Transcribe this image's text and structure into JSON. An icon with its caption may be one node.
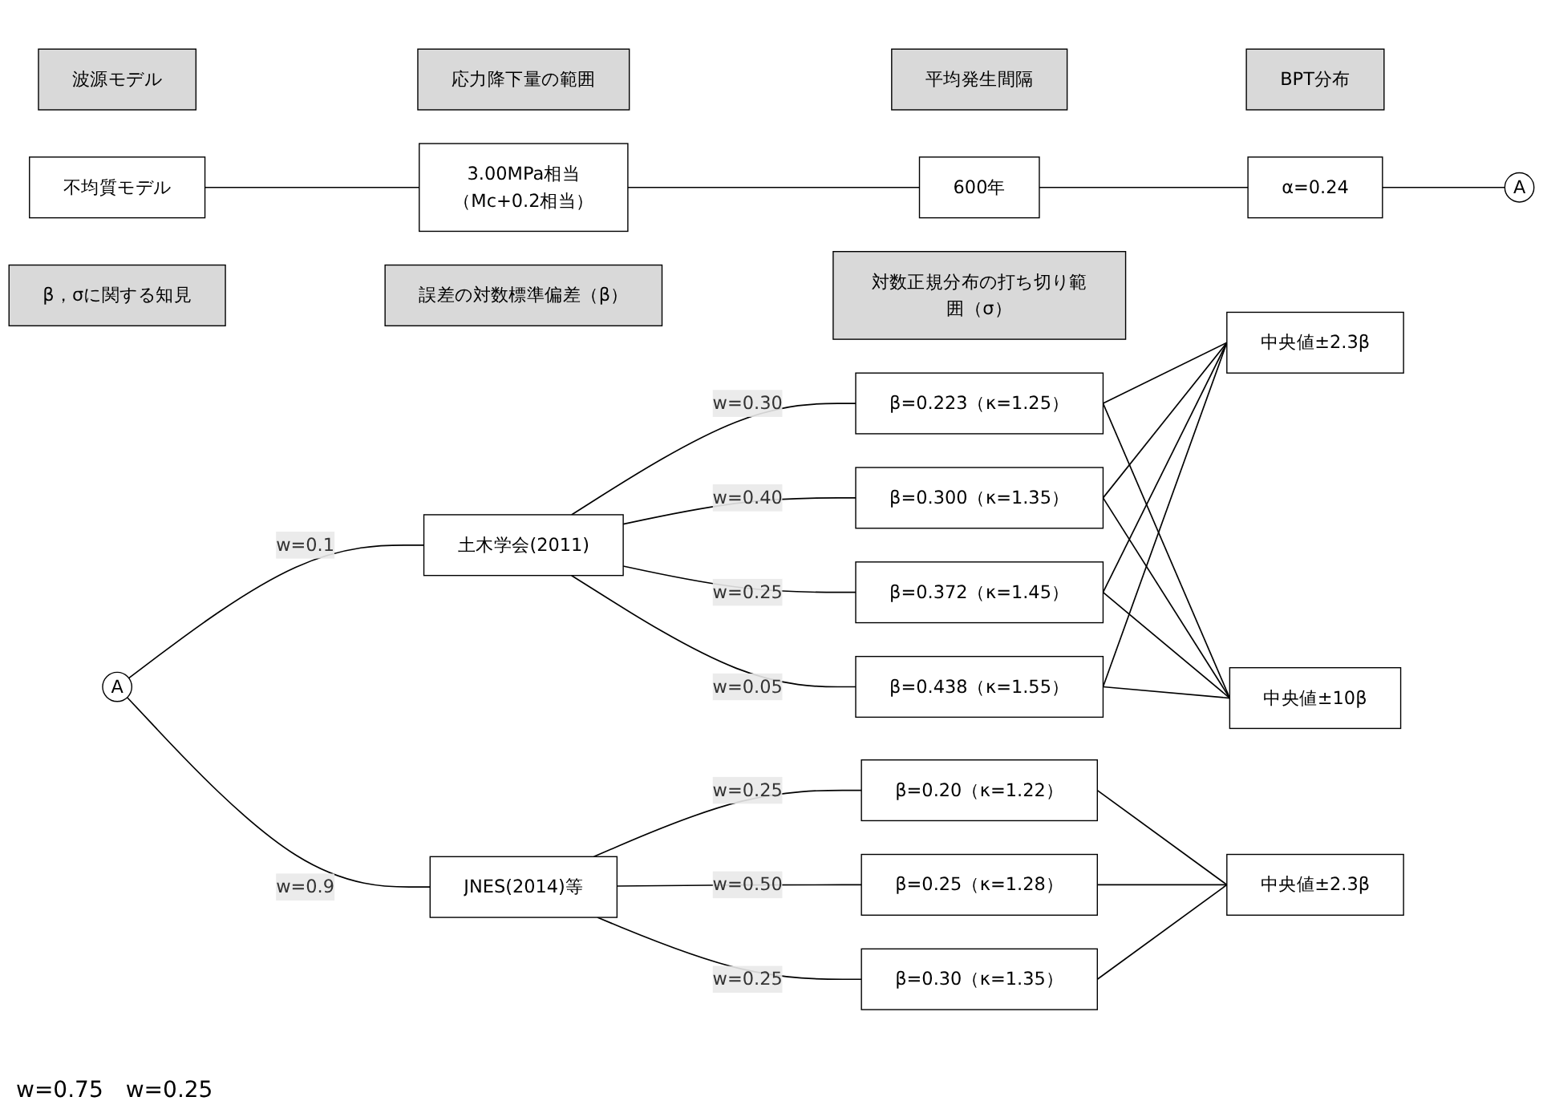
{
  "diagram": {
    "nodes": [
      {
        "text": [
          "波源モデル"
        ]
      },
      {
        "text": [
          "応力降下量の範囲"
        ]
      },
      {
        "text": [
          "平均発生間隔"
        ]
      },
      {
        "text": [
          "BPT分布"
        ]
      },
      {
        "text": [
          "不均質モデル"
        ]
      },
      {
        "text": [
          "3.00MPa相当",
          "（Mc+0.2相当）"
        ]
      },
      {
        "text": [
          "600年"
        ]
      },
      {
        "text": [
          "α=0.24"
        ]
      },
      {
        "text": [
          "A"
        ]
      },
      {
        "text": [
          "β，σに関する知見"
        ]
      },
      {
        "text": [
          "誤差の対数標準偏差（β）"
        ]
      },
      {
        "text": [
          "対数正規分布の打ち切り範囲（σ）"
        ]
      },
      {
        "text": [
          "A"
        ]
      },
      {
        "text": [
          "土木学会(2011)"
        ]
      },
      {
        "text": [
          "JNES(2014)等"
        ]
      },
      {
        "text": [
          "β=0.223（κ=1.25）"
        ]
      },
      {
        "text": [
          "β=0.300（κ=1.35）"
        ]
      },
      {
        "text": [
          "β=0.372（κ=1.45）"
        ]
      },
      {
        "text": [
          "β=0.438（κ=1.55）"
        ]
      },
      {
        "text": [
          "β=0.20（κ=1.22）"
        ]
      },
      {
        "text": [
          "β=0.25（κ=1.28）"
        ]
      },
      {
        "text": [
          "β=0.30（κ=1.35）"
        ]
      },
      {
        "text": [
          "中央値±2.3β"
        ]
      },
      {
        "text": [
          "中央値±10β"
        ]
      },
      {
        "text": [
          "中央値±2.3β"
        ]
      }
    ],
    "edges": [
      {
        "from": 4,
        "to": 5,
        "arrow": "none"
      },
      {
        "from": 5,
        "to": 6,
        "arrow": "none"
      },
      {
        "from": 6,
        "to": 7,
        "arrow": "none"
      },
      {
        "from": 7,
        "to": 8,
        "arrow": "none"
      },
      {
        "from": 12,
        "to": 13,
        "arrow": "none",
        "label": "w=0.1"
      },
      {
        "from": 12,
        "to": 14,
        "arrow": "none",
        "label": "w=0.9"
      },
      {
        "from": 13,
        "to": 15,
        "arrow": "none",
        "label": "w=0.30"
      },
      {
        "from": 13,
        "to": 16,
        "arrow": "none",
        "label": "w=0.40"
      },
      {
        "from": 13,
        "to": 17,
        "arrow": "none",
        "label": "w=0.25"
      },
      {
        "from": 13,
        "to": 18,
        "arrow": "none",
        "label": "w=0.05"
      },
      {
        "from": 15,
        "to": 22,
        "arrow": "none"
      },
      {
        "from": 15,
        "to": 23,
        "arrow": "none"
      },
      {
        "from": 16,
        "to": 22,
        "arrow": "none"
      },
      {
        "from": 16,
        "to": 23,
        "arrow": "none"
      },
      {
        "from": 17,
        "to": 22,
        "arrow": "none"
      },
      {
        "from": 17,
        "to": 23,
        "arrow": "none"
      },
      {
        "from": 18,
        "to": 22,
        "arrow": "none"
      },
      {
        "from": 18,
        "to": 23,
        "arrow": "none"
      },
      {
        "from": 14,
        "to": 19,
        "arrow": "none",
        "label": "w=0.25"
      },
      {
        "from": 14,
        "to": 20,
        "arrow": "none",
        "label": "w=0.50"
      },
      {
        "from": 14,
        "to": 21,
        "arrow": "none",
        "label": "w=0.25"
      },
      {
        "from": 19,
        "to": 24,
        "arrow": "none"
      },
      {
        "from": 20,
        "to": 24,
        "arrow": "none"
      },
      {
        "from": 21,
        "to": 24,
        "arrow": "none"
      }
    ],
    "labels": [
      "w=0.75",
      "w=0.25"
    ]
  }
}
